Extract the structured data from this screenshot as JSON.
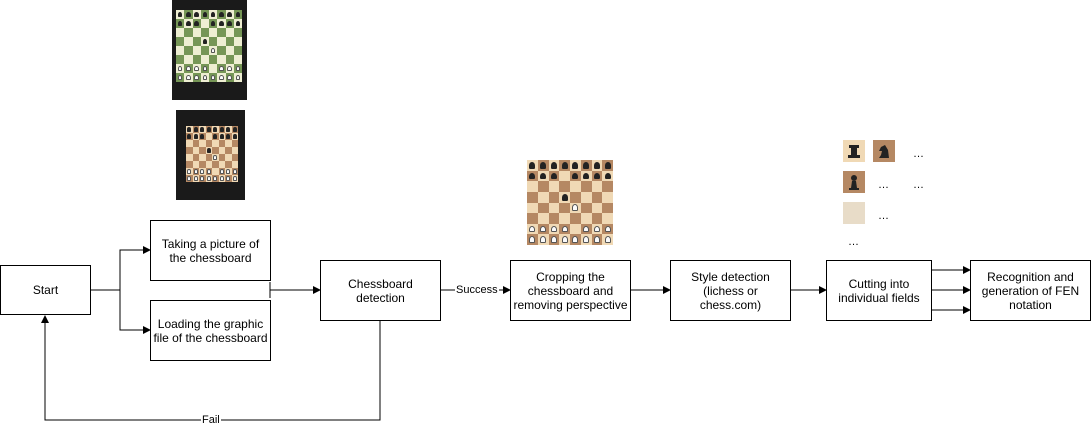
{
  "nodes": {
    "start": "Start",
    "take_picture": "Taking a picture of the chessboard",
    "load_file": "Loading the graphic file of the chessboard",
    "detection": "Chessboard detection",
    "cropping": "Cropping the chessboard and removing perspective",
    "style": "Style detection (lichess or chess.com)",
    "cutting": "Cutting into individual fields",
    "recognition": "Recognition and generation of FEN notation"
  },
  "edges": {
    "success": "Success",
    "fail": "Fail"
  },
  "fields_ellipsis": {
    "r1": "…",
    "r2a": "…",
    "r2b": "…",
    "r3": "…",
    "r4": "…"
  },
  "colors": {
    "green_light": "#eeeed2",
    "green_dark": "#769656",
    "brown_light": "#f0d9b5",
    "brown_dark": "#b58863",
    "photo_frame": "#1a1a1a"
  }
}
